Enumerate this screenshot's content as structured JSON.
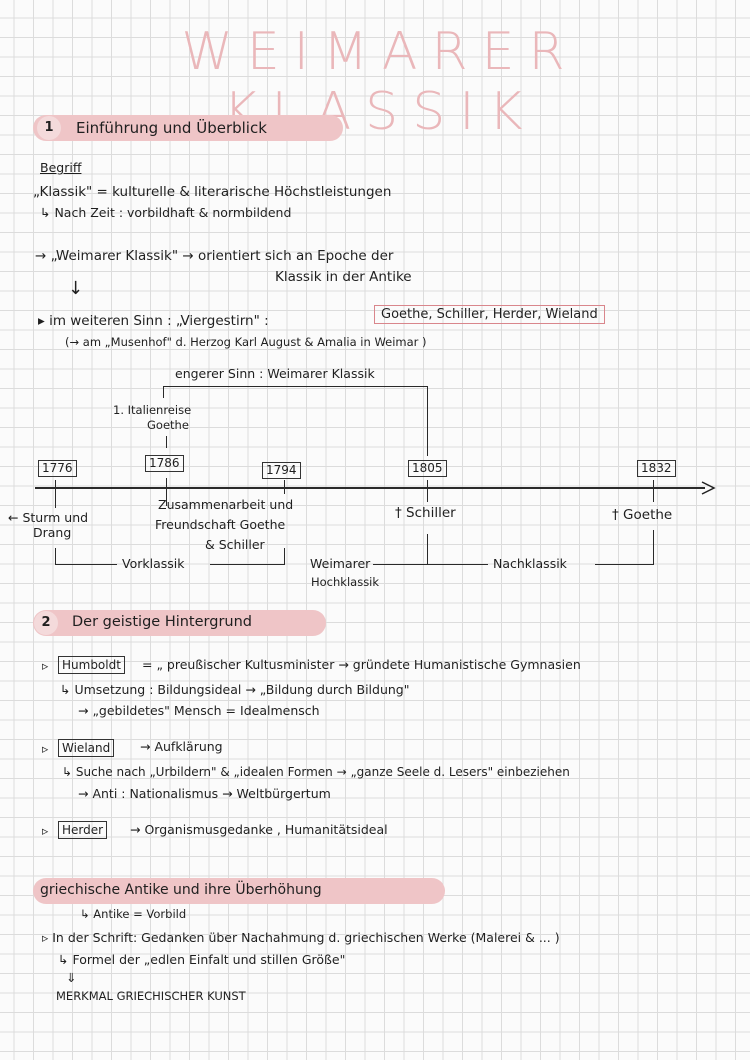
{
  "title": "WEIMARER KLASSIK",
  "s1": {
    "num": "1",
    "heading": "Einführung und Überblick",
    "begriff": "Begriff",
    "def1": "„Klassik\" = kulturelle & literarische Höchstleistungen",
    "def2": "↳ Nach Zeit : vorbildhaft & normbildend",
    "wk_a": "→ „Weimarer Klassik\" → orientiert sich an Epoche der",
    "wk_b": "Klassik in der Antike",
    "down_arrow": "↓",
    "weit": "▸ im weiteren Sinn : „Viergestirn\" :",
    "viergestirn": "Goethe, Schiller, Herder, Wieland",
    "musenhof": "(→ am „Musenhof\" d. Herzog Karl August & Amalia in Weimar )",
    "enger": "engerer Sinn : Weimarer Klassik",
    "italien1": "1. Italienreise",
    "italien2": "Goethe"
  },
  "timeline": {
    "years": [
      "1776",
      "1786",
      "1794",
      "1805",
      "1832"
    ],
    "sturm1": "← Sturm und",
    "sturm2": "Drang",
    "zus1": "Zusammenarbeit und",
    "zus2": "Freundschaft Goethe",
    "zus3": "& Schiller",
    "schiller": "† Schiller",
    "goethe": "† Goethe",
    "vorklassik": "Vorklassik",
    "hoch1": "Weimarer",
    "hoch2": "Hochklassik",
    "nach": "Nachklassik"
  },
  "s2": {
    "num": "2",
    "heading": "Der geistige Hintergrund",
    "humboldt": "Humboldt",
    "h1": "= „ preußischer Kultusminister → gründete Humanistische Gymnasien",
    "h2": "↳ Umsetzung : Bildungsideal → „Bildung durch Bildung\"",
    "h3": "→ „gebildetes\" Mensch = Idealmensch",
    "wieland": "Wieland",
    "w1": "→ Aufklärung",
    "w2": "↳ Suche nach „Urbildern\" & „idealen Formen → „ganze Seele d. Lesers\" einbeziehen",
    "w3": "→ Anti : Nationalismus → Weltbürgertum",
    "herder": "Herder",
    "he1": "→ Organismusgedanke , Humanitätsideal"
  },
  "s3": {
    "heading": "griechische Antike und ihre Überhöhung",
    "a1": "↳ Antike = Vorbild",
    "a2": "▹ In der Schrift: Gedanken über Nachahmung d. griechischen Werke (Malerei & ... )",
    "a3": "↳ Formel der „edlen Einfalt und stillen Größe\"",
    "arrow": "⇓",
    "merkmal": "MERKMAL GRIECHISCHER KUNST"
  },
  "colors": {
    "pink": "#efc5c7",
    "title_pink": "#eab7ba",
    "box_red": "#d9868c"
  },
  "icons": [
    "triangle-bullet-icon",
    "arrow-right-icon",
    "dagger-icon",
    "arrow-down-icon"
  ]
}
